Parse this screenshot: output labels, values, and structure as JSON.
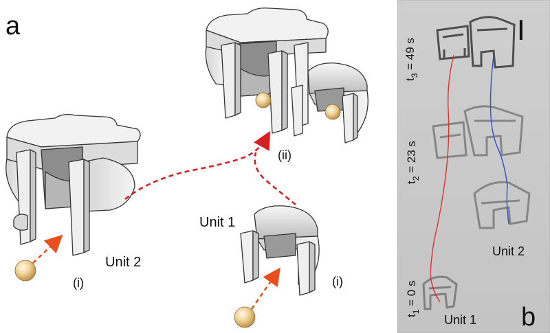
{
  "panel_a": {
    "letter": "a",
    "unit2_label": "Unit 2",
    "unit1_label": "Unit 1",
    "stage_i_left": "(i)",
    "stage_i_right": "(i)",
    "stage_ii": "(ii)"
  },
  "panel_b": {
    "letter": "b",
    "scale_marker": "I",
    "t1": {
      "prefix": "t",
      "sub": "1",
      "suffix": " = 0 s"
    },
    "t2": {
      "prefix": "t",
      "sub": "2",
      "suffix": " = 23 s"
    },
    "t3": {
      "prefix": "t",
      "sub": "3",
      "suffix": " = 49 s"
    },
    "unit1_label": "Unit 1",
    "unit2_label": "Unit 2",
    "trajectory_colors": {
      "unit1": "#e03030",
      "unit2": "#3050d0"
    }
  },
  "colors": {
    "bead": "#e8c98a",
    "path_arrow": "#d42020",
    "approach_arrow": "#e85020",
    "part_fill": "#ececec",
    "part_edge": "#333333"
  }
}
